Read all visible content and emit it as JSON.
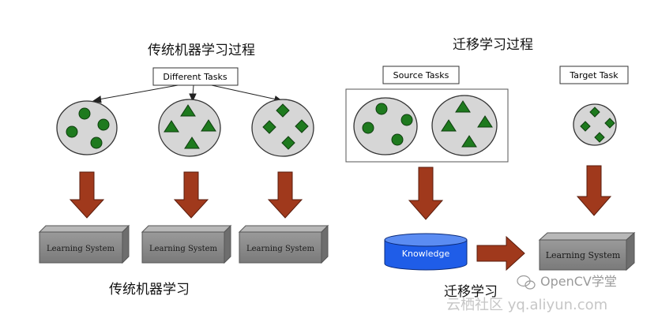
{
  "left": {
    "title": "传统机器学习过程",
    "tasks_label": "Different Tasks",
    "system_labels": [
      "Learning System",
      "Learning System",
      "Learning System"
    ],
    "caption": "传统机器学习"
  },
  "right": {
    "title": "迁移学习过程",
    "source_label": "Source Tasks",
    "target_label": "Target Task",
    "knowledge_label": "Knowledge",
    "system_label": "Learning System",
    "caption": "迁移学习"
  },
  "watermark": {
    "brand": "OpenCV学堂",
    "site": "云栖社区 yq.aliyun.com"
  },
  "colors": {
    "shape_green": "#1e7a1e",
    "arrow_fill": "#a0391c",
    "box_face": "#8c8c8c",
    "knowledge_blue": "#1f5de8",
    "circle_fill": "#d6d6d6"
  }
}
